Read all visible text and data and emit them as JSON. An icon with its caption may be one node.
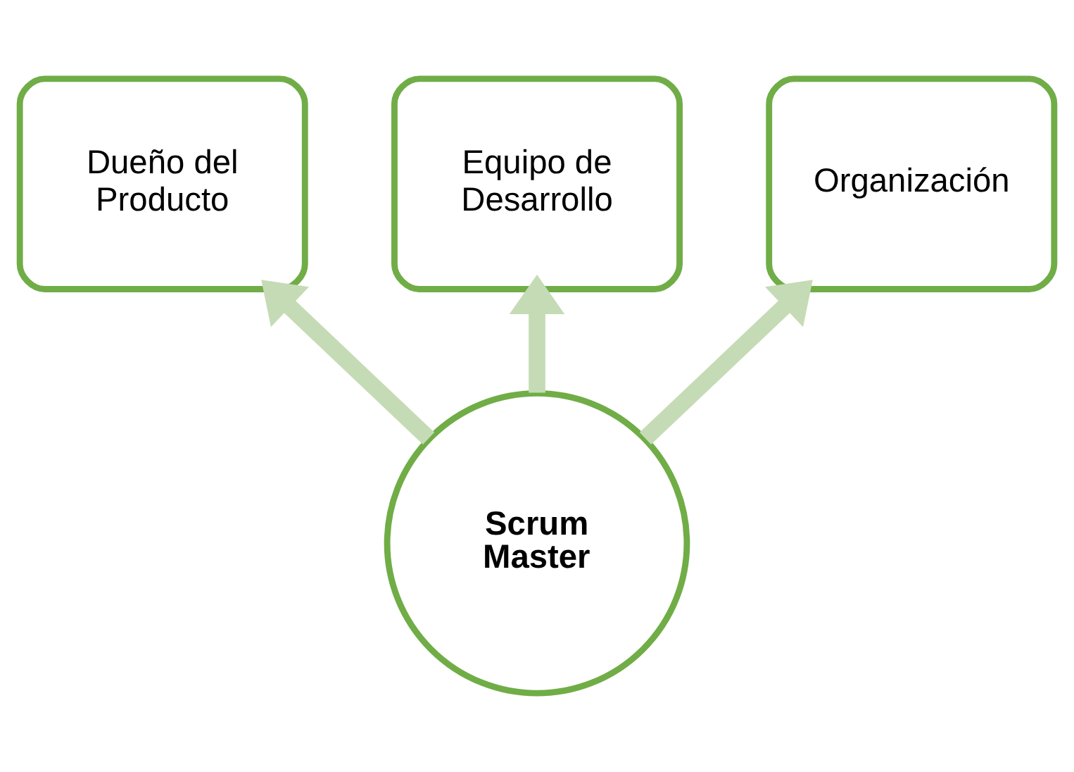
{
  "diagram": {
    "nodes": [
      {
        "text": [
          "Equipo de Desarrollo"
        ]
      },
      {
        "text": [
          "Dueño del Producto"
        ]
      },
      {
        "text": [
          "Organización"
        ]
      },
      {
        "text": [
          "Scrum Master"
        ]
      }
    ],
    "edges": [
      {
        "from": 3,
        "to": 1,
        "arrow": "to"
      },
      {
        "from": 3,
        "to": 0,
        "arrow": "to"
      },
      {
        "from": 3,
        "to": 2,
        "arrow": "to"
      }
    ]
  }
}
